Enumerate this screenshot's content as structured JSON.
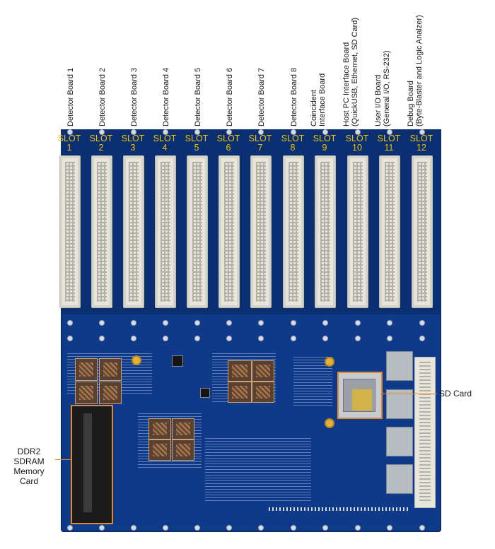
{
  "slots": [
    {
      "board": "Detector Board 1",
      "line2": "",
      "slot_word": "SLOT",
      "number": "1"
    },
    {
      "board": "Detector Board 2",
      "line2": "",
      "slot_word": "SLOT",
      "number": "2"
    },
    {
      "board": "Detector Board 3",
      "line2": "",
      "slot_word": "SLOT",
      "number": "3"
    },
    {
      "board": "Detector Board 4",
      "line2": "",
      "slot_word": "SLOT",
      "number": "4"
    },
    {
      "board": "Detector Board 5",
      "line2": "",
      "slot_word": "SLOT",
      "number": "5"
    },
    {
      "board": "Detector Board 6",
      "line2": "",
      "slot_word": "SLOT",
      "number": "6"
    },
    {
      "board": "Detector Board 7",
      "line2": "",
      "slot_word": "SLOT",
      "number": "7"
    },
    {
      "board": "Detector Board 8",
      "line2": "",
      "slot_word": "SLOT",
      "number": "8"
    },
    {
      "board": "Coincident",
      "line2": "Interface Board",
      "slot_word": "SLOT",
      "number": "9"
    },
    {
      "board": "Host PC Interface Board",
      "line2": "(QuickUSB, Ethernet, SD Card)",
      "slot_word": "SLOT",
      "number": "10"
    },
    {
      "board": "User I/O Board",
      "line2": "(General I/O, RS-232)",
      "slot_word": "SLOT",
      "number": "11"
    },
    {
      "board": "Debug Board",
      "line2": "(Byte-Blaster and Logic Analzer)",
      "slot_word": "SLOT",
      "number": "12"
    }
  ],
  "callouts": {
    "sd_card": "SD Card",
    "memory_line1": "DDR2",
    "memory_line2": "SDRAM",
    "memory_line3": "Memory Card"
  },
  "colors": {
    "board": "#0f3a8a",
    "slot_label": "#f2c200",
    "callout": "#e08a28"
  }
}
